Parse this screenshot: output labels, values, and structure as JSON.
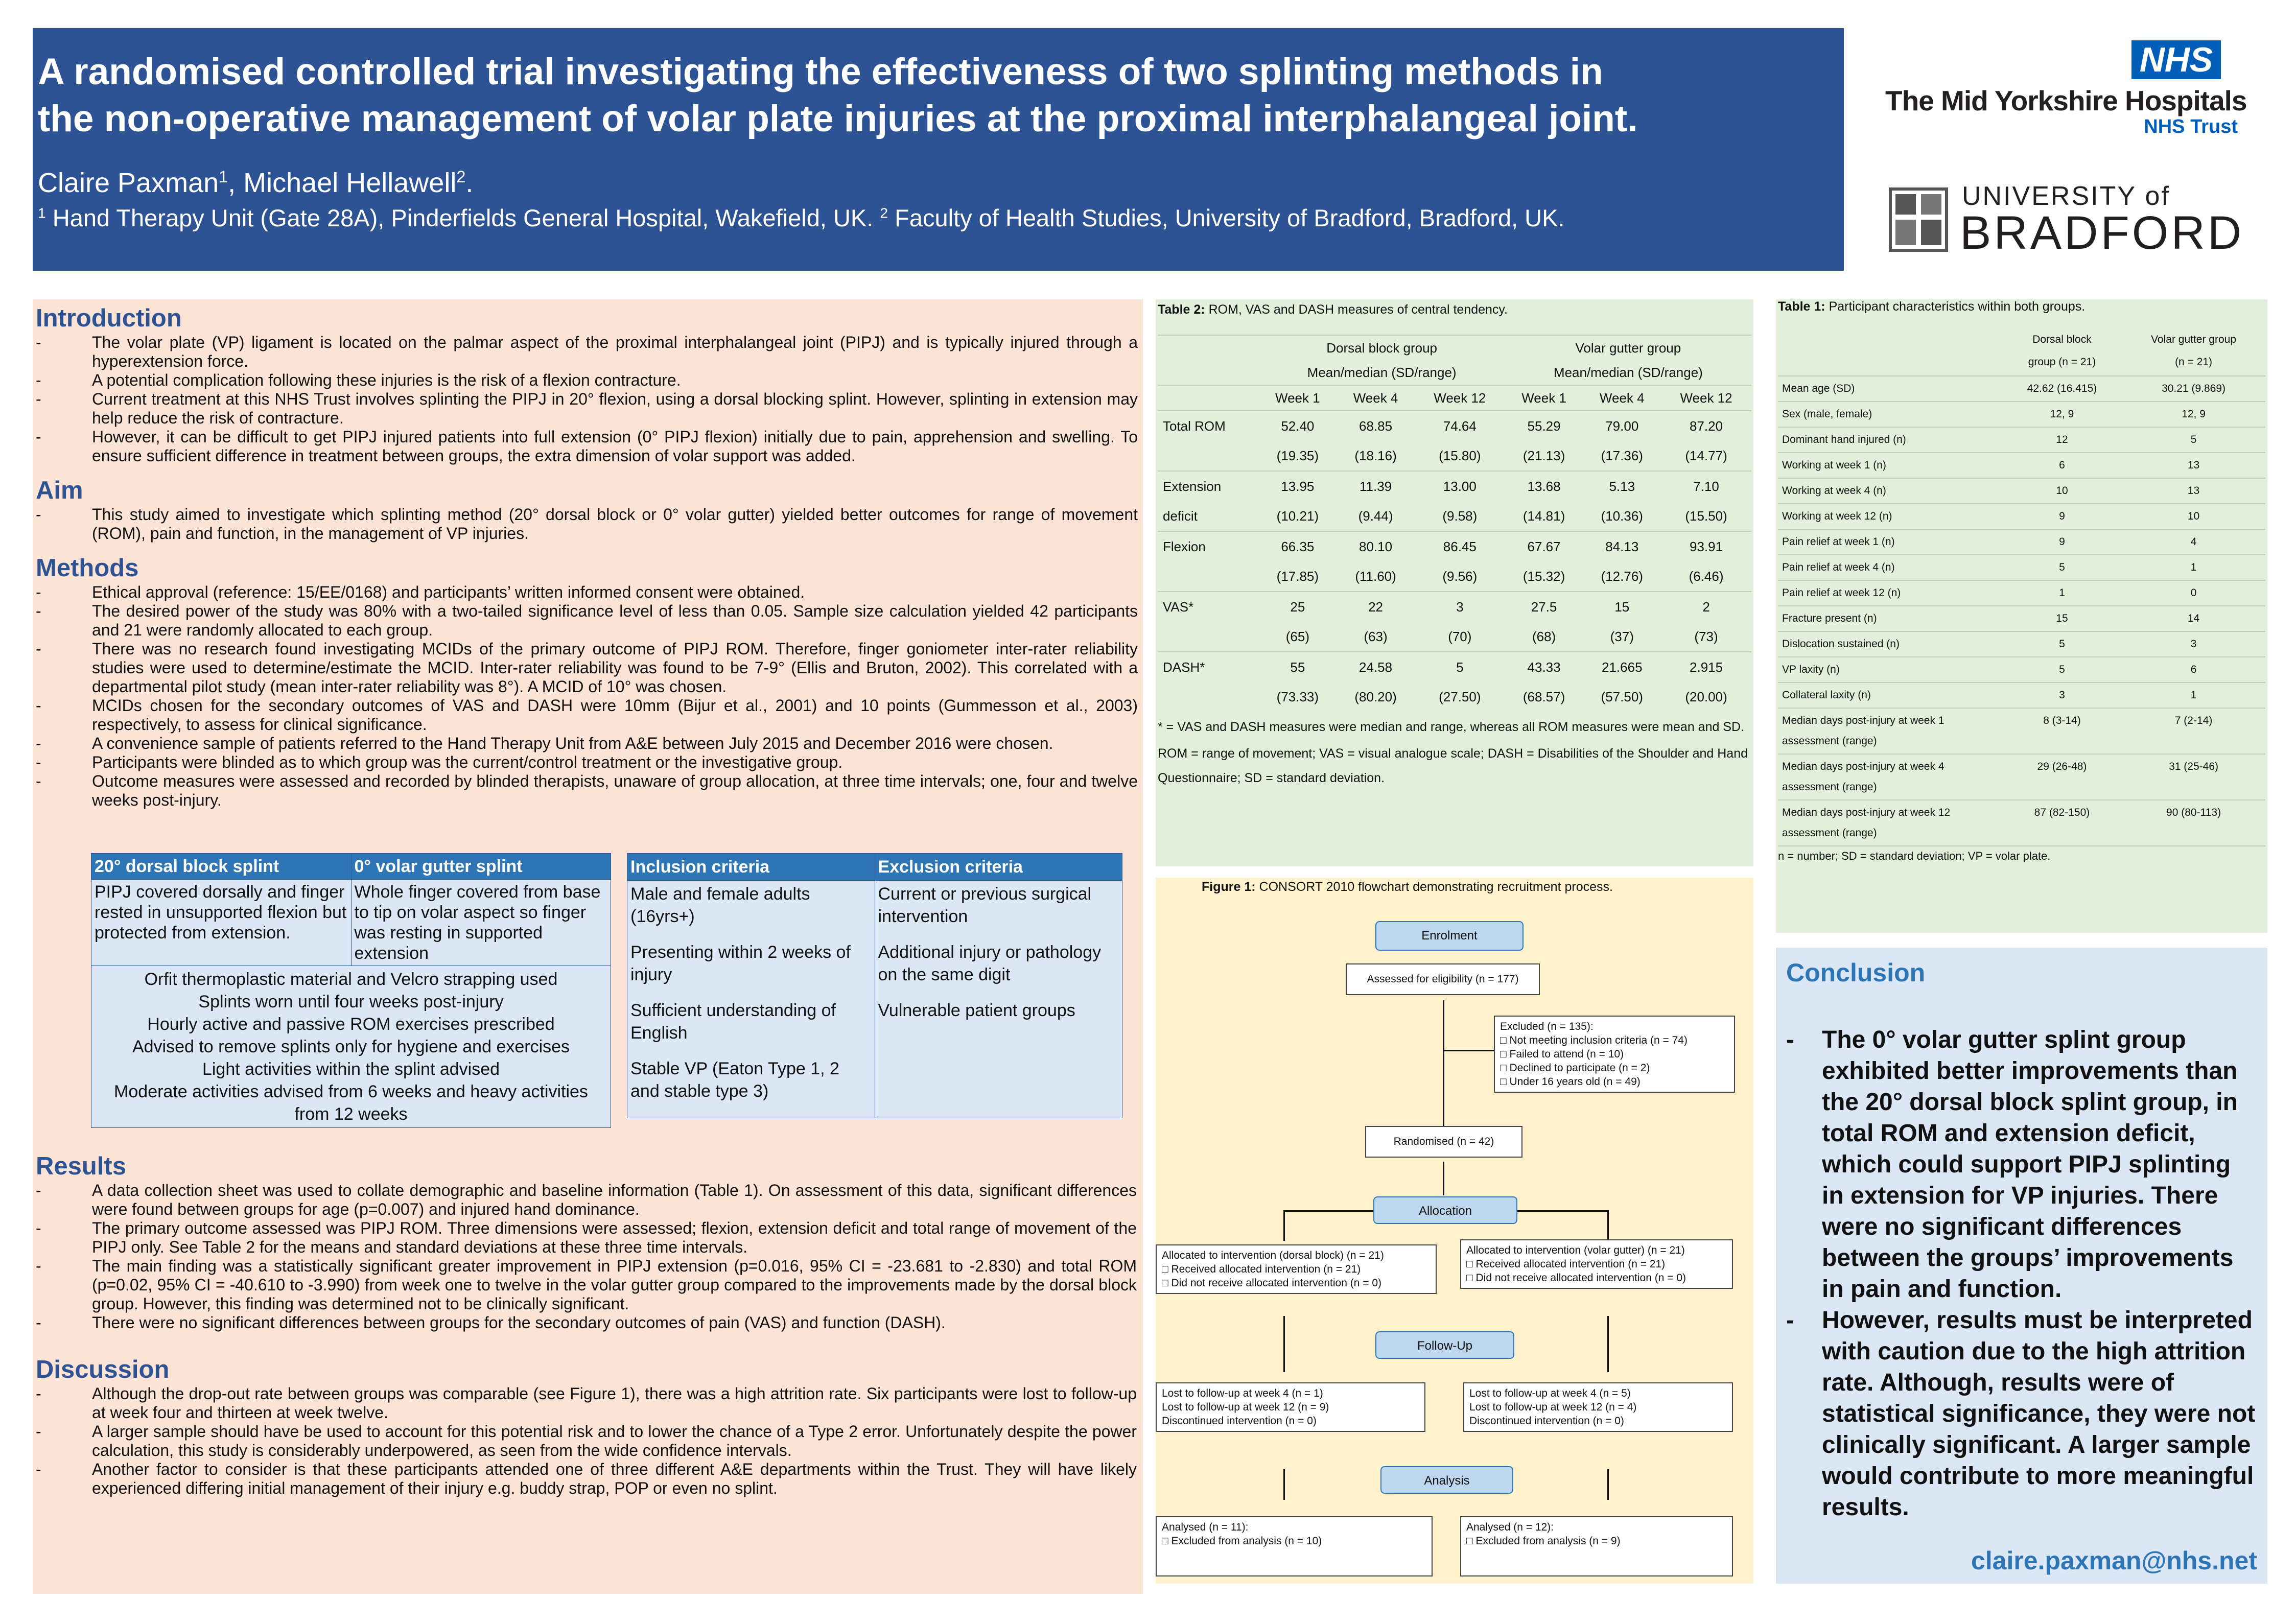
{
  "header": {
    "title": "A randomised controlled trial investigating the effectiveness of two splinting methods in\nthe non-operative management of volar plate injuries at the proximal interphalangeal joint.",
    "author1": "Claire Paxman",
    "author1_sup": "1",
    "author_sep": ", Michael Hellawell",
    "author2_sup": "2",
    "author_end": ".",
    "affil_sup1": "1",
    "affil1": " Hand Therapy Unit (Gate 28A), Pinderfields General Hospital, Wakefield, UK. ",
    "affil_sup2": "2",
    "affil2": " Faculty of Health Studies, University of Bradford, Bradford, UK."
  },
  "logos": {
    "nhs_badge": "NHS",
    "nhs_name": "The Mid Yorkshire Hospitals",
    "nhs_trust": "NHS Trust",
    "uob_small": "UNIVERSITY of",
    "uob_big": "BRADFORD"
  },
  "introduction": {
    "heading": "Introduction",
    "bullets": [
      "The volar plate (VP) ligament is located on the palmar aspect of the proximal interphalangeal joint (PIPJ) and is typically injured through a hyperextension force.",
      "A potential complication following these injuries is the risk of a flexion contracture.",
      "Current treatment at this NHS Trust involves splinting the PIPJ in 20° flexion, using a dorsal blocking splint. However, splinting in extension may help reduce the risk of contracture.",
      "However, it can be difficult to get PIPJ injured patients into full extension (0° PIPJ flexion) initially due to pain, apprehension and swelling. To ensure sufficient difference in treatment between groups, the extra dimension of volar support was added."
    ]
  },
  "aim": {
    "heading": "Aim",
    "bullets": [
      "This study aimed to investigate which splinting method (20° dorsal block or 0° volar gutter) yielded better outcomes for range of movement (ROM), pain and function, in the management of VP injuries."
    ]
  },
  "methods": {
    "heading": "Methods",
    "bullets": [
      "Ethical approval (reference: 15/EE/0168) and participants’ written informed consent were obtained.",
      "The desired power of the study was 80% with a two-tailed significance level of less than 0.05. Sample size calculation yielded 42 participants and 21 were randomly allocated to each group.",
      "There was no research found investigating MCIDs of the primary outcome of PIPJ ROM. Therefore, finger goniometer inter-rater reliability studies were used to determine/estimate the MCID. Inter-rater reliability was found to be 7-9° (Ellis and Bruton, 2002). This correlated with a departmental pilot study (mean inter-rater reliability was 8°). A MCID of 10° was chosen.",
      "MCIDs chosen for the secondary outcomes of VAS and DASH were 10mm (Bijur et al., 2001) and 10 points (Gummesson et al., 2003) respectively, to assess for clinical significance.",
      "A convenience sample of patients referred to the Hand Therapy Unit from A&E between July 2015 and December 2016 were chosen.",
      "Participants were blinded as to which group was the current/control treatment or the investigative group.",
      "Outcome measures were assessed and recorded by blinded therapists, unaware of group allocation, at three time intervals; one, four and twelve weeks post-injury."
    ]
  },
  "splint_table": {
    "col1_header": "20° dorsal block splint",
    "col2_header": "0° volar gutter splint",
    "col1_desc": "PIPJ covered dorsally and finger rested in unsupported flexion but protected from extension.",
    "col2_desc": "Whole finger covered from base to tip on volar aspect so finger was resting in supported extension",
    "common": [
      "Orfit thermoplastic material and Velcro strapping used",
      "Splints worn until four weeks post-injury",
      "Hourly active and passive ROM exercises prescribed",
      "Advised to remove splints only for hygiene and exercises",
      "Light activities within the splint advised",
      "Moderate activities advised from 6 weeks and heavy activities from 12 weeks"
    ]
  },
  "criteria_table": {
    "inc_header": "Inclusion criteria",
    "exc_header": "Exclusion criteria",
    "inclusion": [
      "Male and female adults (16yrs+)",
      "Presenting within 2 weeks of injury",
      "Sufficient understanding of English",
      "Stable VP (Eaton Type 1, 2 and stable type 3)"
    ],
    "exclusion": [
      "Current or previous surgical intervention",
      "Additional injury or pathology on the same digit",
      "Vulnerable patient groups"
    ]
  },
  "results": {
    "heading": "Results",
    "bullets": [
      "A data collection sheet was used to collate demographic and baseline information (Table 1). On assessment of this data, significant differences were found between groups for age (p=0.007) and injured hand dominance.",
      "The primary outcome assessed was PIPJ ROM. Three dimensions were assessed; flexion, extension deficit and total range of movement of the PIPJ only. See Table 2 for the means and standard deviations at these three time intervals.",
      "The main finding was a statistically significant greater improvement in PIPJ extension (p=0.016, 95% CI = -23.681 to -2.830) and total ROM (p=0.02, 95% CI = -40.610 to -3.990) from week one to twelve in the volar gutter group compared to the improvements made by the dorsal block group. However, this finding was determined not to be clinically significant.",
      "There were no significant differences between groups for the secondary outcomes of pain (VAS) and function (DASH)."
    ]
  },
  "discussion": {
    "heading": "Discussion",
    "bullets": [
      "Although the drop-out rate between groups was comparable (see Figure 1), there was a high attrition rate. Six participants were lost to follow-up at week four and thirteen at week twelve.",
      "A larger sample should have be used to account for this potential risk and to lower the chance of a Type 2 error. Unfortunately despite the power calculation, this study is considerably underpowered, as seen from the wide confidence intervals.",
      "Another factor to consider is that these participants attended one of three different A&E departments within the Trust. They will have likely experienced differing initial management of their injury e.g. buddy strap, POP or even no splint."
    ]
  },
  "table2": {
    "caption_bold": "Table 2:",
    "caption": " ROM, VAS and DASH measures of central tendency.",
    "group1": "Dorsal block group",
    "group2": "Volar gutter group",
    "sub": "Mean/median (SD/range)",
    "weeks": [
      "Week 1",
      "Week 4",
      "Week 12",
      "Week 1",
      "Week 4",
      "Week 12"
    ],
    "rows": [
      {
        "label": [
          "Total ROM",
          ""
        ],
        "main": [
          "52.40",
          "68.85",
          "74.64",
          "55.29",
          "79.00",
          "87.20"
        ],
        "sub": [
          "(19.35)",
          "(18.16)",
          "(15.80)",
          "(21.13)",
          "(17.36)",
          "(14.77)"
        ]
      },
      {
        "label": [
          "Extension",
          "deficit"
        ],
        "main": [
          "13.95",
          "11.39",
          "13.00",
          "13.68",
          "5.13",
          "7.10"
        ],
        "sub": [
          "(10.21)",
          "(9.44)",
          "(9.58)",
          "(14.81)",
          "(10.36)",
          "(15.50)"
        ]
      },
      {
        "label": [
          "Flexion",
          ""
        ],
        "main": [
          "66.35",
          "80.10",
          "86.45",
          "67.67",
          "84.13",
          "93.91"
        ],
        "sub": [
          "(17.85)",
          "(11.60)",
          "(9.56)",
          "(15.32)",
          "(12.76)",
          "(6.46)"
        ]
      },
      {
        "label": [
          "VAS*",
          ""
        ],
        "main": [
          "25",
          "22",
          "3",
          "27.5",
          "15",
          "2"
        ],
        "sub": [
          "(65)",
          "(63)",
          "(70)",
          "(68)",
          "(37)",
          "(73)"
        ]
      },
      {
        "label": [
          "DASH*",
          ""
        ],
        "main": [
          "55",
          "24.58",
          "5",
          "43.33",
          "21.665",
          "2.915"
        ],
        "sub": [
          "(73.33)",
          "(80.20)",
          "(27.50)",
          "(68.57)",
          "(57.50)",
          "(20.00)"
        ]
      }
    ],
    "foot1": "* = VAS and DASH measures were median and range, whereas all ROM measures were mean and SD.",
    "foot2": "ROM = range of movement; VAS = visual analogue scale; DASH = Disabilities of the Shoulder and Hand Questionnaire; SD = standard deviation."
  },
  "figure1": {
    "caption_bold": "Figure 1:",
    "caption": " CONSORT 2010 flowchart demonstrating recruitment process.",
    "enrolment": "Enrolment",
    "eligibility": "Assessed for eligibility (n = 177)",
    "excluded": [
      "Excluded (n = 135):",
      "□  Not meeting inclusion criteria (n = 74)",
      "□  Failed to attend (n = 10)",
      "□  Declined to participate (n = 2)",
      "□  Under 16 years old (n = 49)"
    ],
    "randomised": "Randomised (n = 42)",
    "allocation": "Allocation",
    "alloc_left": [
      "Allocated to intervention (dorsal block) (n = 21)",
      "□  Received allocated intervention (n = 21)",
      "□  Did not receive allocated intervention (n = 0)"
    ],
    "alloc_right": [
      "Allocated to intervention (volar gutter) (n = 21)",
      "□  Received allocated intervention (n = 21)",
      "□  Did not receive allocated intervention (n = 0)"
    ],
    "followup": "Follow-Up",
    "fu_left": [
      "Lost to follow-up at week 4 (n = 1)",
      "Lost to follow-up at week 12 (n = 9)",
      "Discontinued intervention (n = 0)"
    ],
    "fu_right": [
      "Lost to follow-up at week 4 (n = 5)",
      "Lost to follow-up at week 12 (n = 4)",
      "Discontinued intervention (n = 0)"
    ],
    "analysis": "Analysis",
    "an_left": [
      "Analysed (n = 11):",
      "□  Excluded from analysis (n = 10)"
    ],
    "an_right": [
      "Analysed (n = 12):",
      "□  Excluded from analysis (n = 9)"
    ]
  },
  "table1": {
    "caption_bold": "Table 1:",
    "caption": " Participant characteristics within both groups.",
    "col1": [
      "Dorsal block",
      "group (n = 21)"
    ],
    "col2": [
      "Volar gutter group",
      "(n = 21)"
    ],
    "rows": [
      [
        "Mean age (SD)",
        "42.62 (16.415)",
        "30.21 (9.869)"
      ],
      [
        "Sex (male, female)",
        "12, 9",
        "12, 9"
      ],
      [
        "Dominant hand injured (n)",
        "12",
        "5"
      ],
      [
        "Working at week 1 (n)",
        "6",
        "13"
      ],
      [
        "Working at week 4 (n)",
        "10",
        "13"
      ],
      [
        "Working at week 12 (n)",
        "9",
        "10"
      ],
      [
        "Pain relief at week 1 (n)",
        "9",
        "4"
      ],
      [
        "Pain relief at week 4 (n)",
        "5",
        "1"
      ],
      [
        "Pain relief at week 12 (n)",
        "1",
        "0"
      ],
      [
        "Fracture present (n)",
        "15",
        "14"
      ],
      [
        "Dislocation sustained (n)",
        "5",
        "3"
      ],
      [
        "VP laxity (n)",
        "5",
        "6"
      ],
      [
        "Collateral laxity (n)",
        "3",
        "1"
      ],
      [
        "Median days post-injury at week 1 assessment (range)",
        "8 (3-14)",
        "7 (2-14)"
      ],
      [
        "Median days post-injury at week 4 assessment (range)",
        "29 (26-48)",
        "31 (25-46)"
      ],
      [
        "Median days post-injury at week 12 assessment (range)",
        "87 (82-150)",
        "90 (80-113)"
      ]
    ],
    "foot": "n = number; SD = standard deviation; VP = volar plate."
  },
  "conclusion": {
    "heading": "Conclusion",
    "bullets": [
      "The 0° volar gutter splint group exhibited better improvements than the 20° dorsal block splint group, in total ROM and extension deficit, which could support PIPJ splinting in extension for VP injuries. There were no significant differences between the groups’ improvements in pain and function.",
      "However, results must be interpreted with caution due to the high attrition rate. Although, results were of statistical significance, they were not clinically significant. A larger sample would contribute to more meaningful results."
    ],
    "email": "claire.paxman@nhs.net"
  },
  "colors": {
    "header_bg": "#2e5395",
    "left_bg": "#fbe4d5",
    "green_bg": "#e2efda",
    "yellow_bg": "#fff2cc",
    "blue_bg": "#dbe7f5",
    "accent": "#2e75b6"
  }
}
